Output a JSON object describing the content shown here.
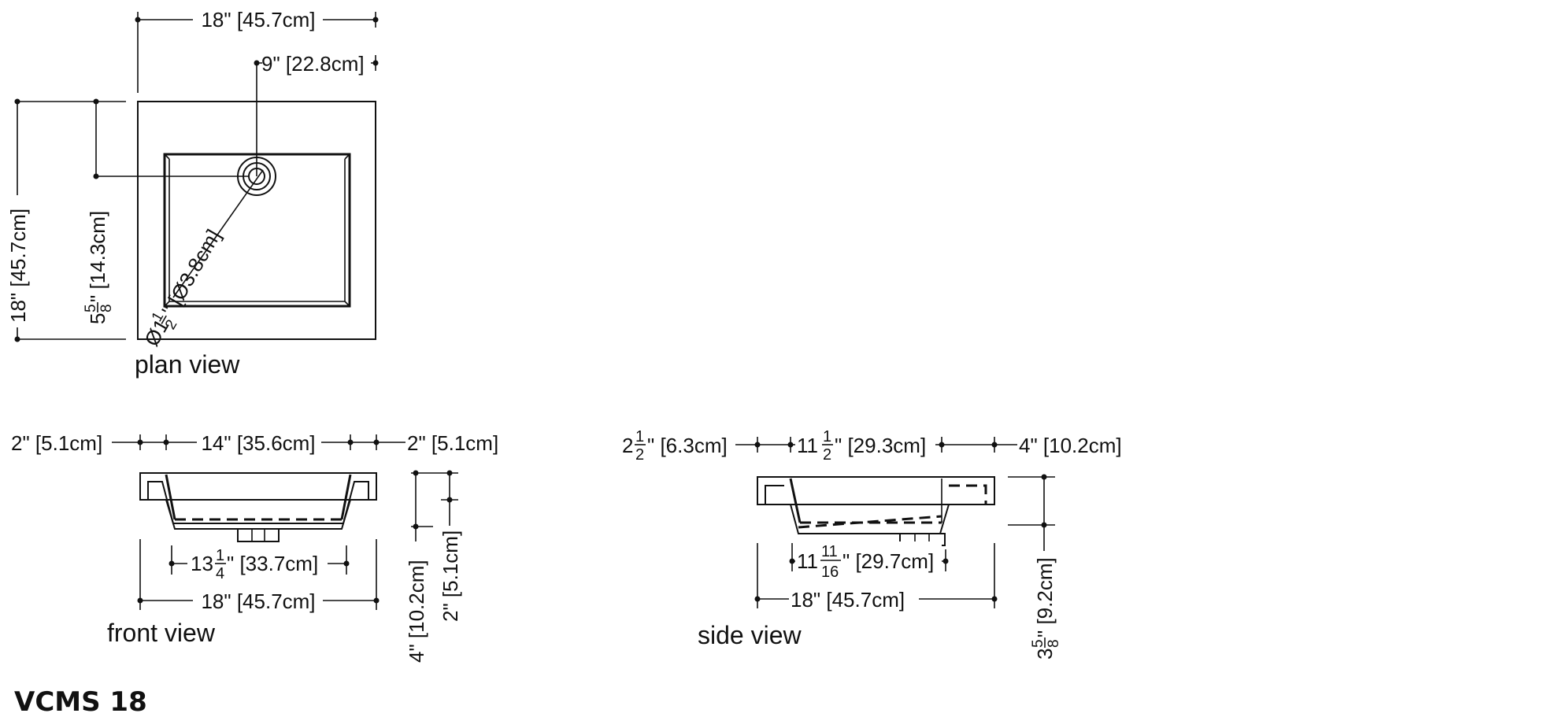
{
  "model": "VCMS 18",
  "views": {
    "plan": "plan view",
    "front": "front view",
    "side": "side view"
  },
  "plan": {
    "width": "18\" [45.7cm]",
    "drain_offset_x": "9\" [22.8cm]",
    "depth": "18\" [45.7cm]",
    "drain_offset_y_whole": "5",
    "drain_offset_y_num": "5",
    "drain_offset_y_den": "8",
    "drain_offset_y_rest": "\" [14.3cm]",
    "drain_dia_whole": "Ø1",
    "drain_dia_num": "1",
    "drain_dia_den": "2",
    "drain_dia_rest": "\" [Ø3.8cm]"
  },
  "front": {
    "left_rim": "2\" [5.1cm]",
    "bowl_top": "14\" [35.6cm]",
    "right_rim": "2\" [5.1cm]",
    "bowl_bottom_whole": "13",
    "bowl_bottom_num": "1",
    "bowl_bottom_den": "4",
    "bowl_bottom_rest": "\" [33.7cm]",
    "overall": "18\" [45.7cm]",
    "height": "4\" [10.2cm]",
    "rim_height": "2\" [5.1cm]"
  },
  "side": {
    "back_rim_whole": "2",
    "back_rim_num": "1",
    "back_rim_den": "2",
    "back_rim_rest": "\" [6.3cm]",
    "bowl_top_whole": "11",
    "bowl_top_num": "1",
    "bowl_top_den": "2",
    "bowl_top_rest": "\" [29.3cm]",
    "front_rim": "4\" [10.2cm]",
    "bowl_bottom_whole": "11",
    "bowl_bottom_num": "11",
    "bowl_bottom_den": "16",
    "bowl_bottom_rest": "\" [29.7cm]",
    "overall": "18\" [45.7cm]",
    "height_whole": "3",
    "height_num": "5",
    "height_den": "8",
    "height_rest": "\" [9.2cm]"
  }
}
